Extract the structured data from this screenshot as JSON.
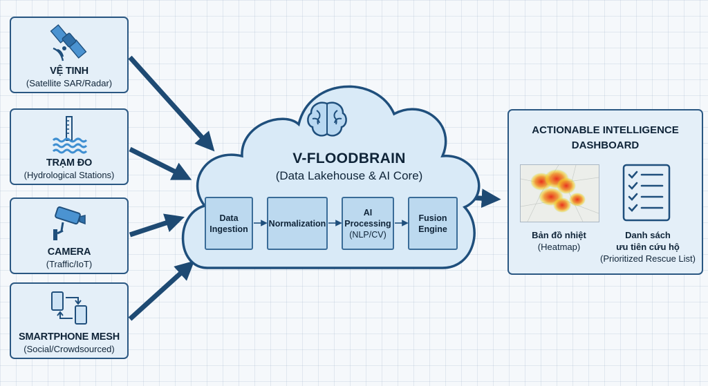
{
  "sources": [
    {
      "title": "VỆ TINH",
      "subtitle": "(Satellite SAR/Radar)",
      "icon": "satellite-icon"
    },
    {
      "title": "TRẠM ĐO",
      "subtitle": "(Hydrological Stations)",
      "icon": "water-gauge-icon"
    },
    {
      "title": "CAMERA",
      "subtitle": "(Traffic/IoT)",
      "icon": "camera-icon"
    },
    {
      "title": "SMARTPHONE MESH",
      "subtitle": "(Social/Crowdsourced)",
      "icon": "smartphone-mesh-icon"
    }
  ],
  "core": {
    "title": "V-FLOODBRAIN",
    "subtitle": "(Data Lakehouse & AI Core)",
    "icon": "brain-icon",
    "steps": [
      {
        "line1": "Data",
        "line2": "Ingestion",
        "sub": ""
      },
      {
        "line1": "Normalization",
        "line2": "",
        "sub": ""
      },
      {
        "line1": "AI",
        "line2": "Processing",
        "sub": "(NLP/CV)"
      },
      {
        "line1": "Fusion",
        "line2": "Engine",
        "sub": ""
      }
    ]
  },
  "dashboard": {
    "title": "ACTIONABLE INTELLIGENCE DASHBOARD",
    "heatmap_label": "Bản đồ nhiệt",
    "heatmap_sub": "(Heatmap)",
    "list_label_1": "Danh sách",
    "list_label_2": "ưu tiên cứu hộ",
    "list_sub": "(Prioritized Rescue List)"
  },
  "colors": {
    "accent": "#2a5782",
    "box_fill": "#e4eff8",
    "step_fill": "#bcd9ef",
    "cloud_fill": "#d9eaf7",
    "heat_red": "#e8321e",
    "heat_yellow": "#f4d21f"
  }
}
